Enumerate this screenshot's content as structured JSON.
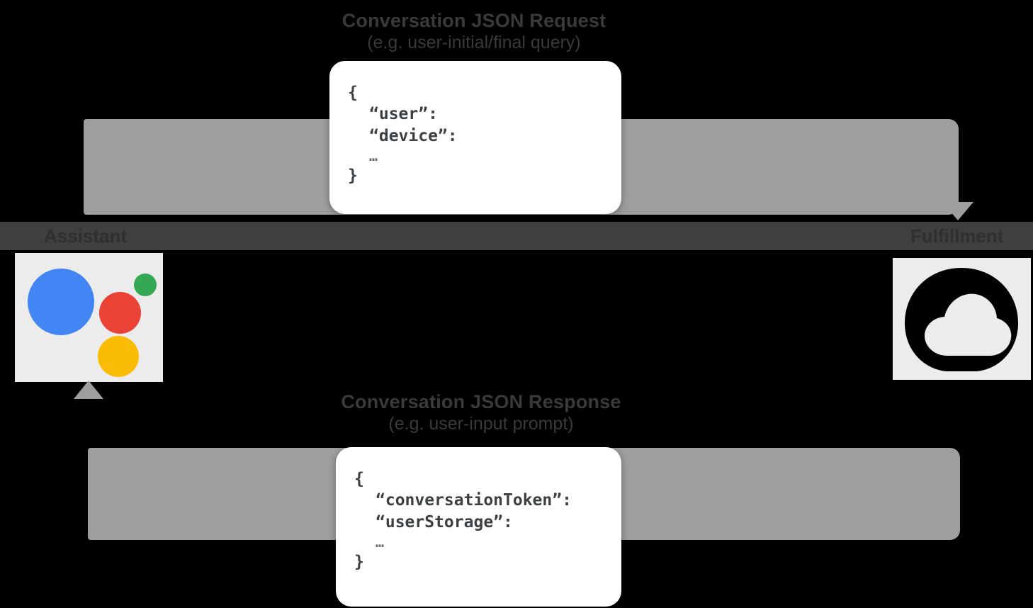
{
  "diagram": {
    "background_color": "#000000",
    "arrow_color": "#9e9e9e",
    "rail_color": "#3f3f3f"
  },
  "request_flow": {
    "title": "Conversation JSON Request",
    "subtitle": "(e.g. user-initial/final query)",
    "json": {
      "open_brace": "{",
      "keys": [
        "“user”:",
        "“device”:"
      ],
      "ellipsis": "…",
      "close_brace": "}"
    }
  },
  "response_flow": {
    "title": "Conversation JSON Response",
    "subtitle": "(e.g. user-input prompt)",
    "json": {
      "open_brace": "{",
      "keys": [
        "“conversationToken”:",
        "“userStorage”:"
      ],
      "ellipsis": "…",
      "close_brace": "}"
    }
  },
  "endpoints": {
    "left": {
      "label": "Assistant",
      "icon": "google-assistant-icon",
      "colors": {
        "blue": "#4285f4",
        "red": "#ea4335",
        "green": "#34a853",
        "yellow": "#fbbc05"
      },
      "tile_color": "#ececec"
    },
    "right": {
      "label": "Fulfillment",
      "icon": "cloud-badge-icon",
      "tile_color": "#ececec",
      "glyph_color": "#000000"
    }
  }
}
